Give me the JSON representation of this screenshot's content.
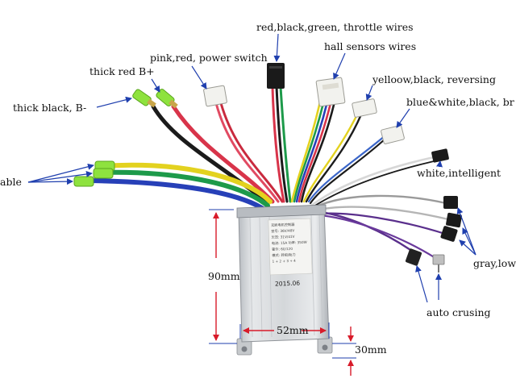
{
  "labels": {
    "throttle": "red,black,green, throttle wires",
    "hall": "hall sensors wires",
    "power_switch": "pink,red, power switch",
    "thick_red": "thick red B+",
    "reversing": "yelloow,black, reversing",
    "brake": "blue&white,black, br",
    "thick_black": "thick black, B-",
    "motor_cable": "able",
    "intelligent": "white,intelligent",
    "gray": "gray,low",
    "auto_crusing": "auto crusing"
  },
  "dimensions": {
    "height": "90mm",
    "width": "52mm",
    "depth": "30mm"
  },
  "sticker": {
    "lines": [
      "无刷电机控制器",
      "型号: 36V/48V",
      "欠压: 31V/41V",
      "电流: 15A  功率: 350W",
      "霍尔: 60/120",
      "模式: 转把/助力",
      "1 + 2 + 3 + 4"
    ],
    "date": "2015.06"
  },
  "colors": {
    "arrow": "#1f3fae",
    "dimension_arrow": "#d81b2a",
    "case": "#d9dcdf",
    "wire_red": "#d8344a",
    "wire_black": "#1b1b1b",
    "wire_green": "#1d9a4a",
    "wire_yellow": "#e3d21f",
    "wire_blue": "#2740b8",
    "wire_purple": "#5a2f8c",
    "wire_white": "#e6e6e6",
    "wire_gray": "#9a9a9a"
  }
}
